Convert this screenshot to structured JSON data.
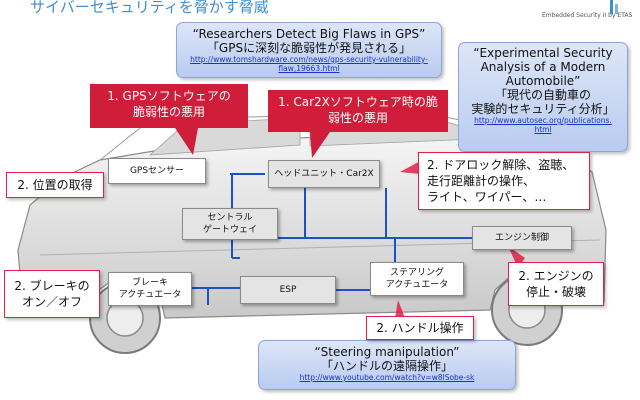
{
  "header": {
    "title": "サイバーセキュリティを脅かす脅威",
    "brand": "Embedded Security II by ETAS"
  },
  "callouts": {
    "gps_article": {
      "title": "“Researchers Detect Big Flaws in GPS”",
      "subtitle": "「GPSに深刻な脆弱性が発見される」",
      "link1": "http://www.tomshardware.com/news/gps-security-vulnerability-",
      "link2": "flaw,19663.html"
    },
    "auto_paper": {
      "line1": "“Experimental Security",
      "line2": "Analysis of a Modern",
      "line3": "Automobile”",
      "line4": "「現代の自動車の",
      "line5": "実験的セキュリティ分析」",
      "link1": "http://www.autosec.org/publications.",
      "link2": "html"
    },
    "steering_video": {
      "title": "“Steering manipulation”",
      "subtitle": "「ハンドルの遠隔操作」",
      "link": "http://www.youtube.com/watch?v=w8lSobe-sk"
    }
  },
  "red_boxes": {
    "gps_software": {
      "line1": "1. GPSソフトウェアの",
      "line2": "脆弱性の悪用"
    },
    "car2x_software": {
      "line1": "1. Car2Xソフトウェア時の脆",
      "line2": "弱性の悪用"
    }
  },
  "tags": {
    "location": "2. 位置の取得",
    "door": {
      "line1": "2. ドアロック解除、盗聴、",
      "line2": "走行距離計の操作、",
      "line3": "ライト、ワイパー、…"
    },
    "brake": {
      "line1": "2. ブレーキの",
      "line2": "オン／オフ"
    },
    "engine": {
      "line1": "2. エンジンの",
      "line2": "停止・破壊"
    },
    "steering": "2. ハンドル操作"
  },
  "nodes": {
    "gps_sensor": "GPSセンサー",
    "head_unit": "ヘッドユニット・Car2X",
    "central_gateway": {
      "line1": "セントラル",
      "line2": "ゲートウェイ"
    },
    "engine_control": "エンジン制御",
    "brake_actuator": {
      "line1": "ブレーキ",
      "line2": "アクチュエータ"
    },
    "esp": "ESP",
    "steering_actuator": {
      "line1": "ステアリング",
      "line2": "アクチュエータ"
    }
  },
  "colors": {
    "title": "#3f8fd1",
    "red_box": "#d01e3a",
    "tag_border": "#e2204a",
    "bus_line": "#1c52c8",
    "callout": "#c8d6f3"
  }
}
